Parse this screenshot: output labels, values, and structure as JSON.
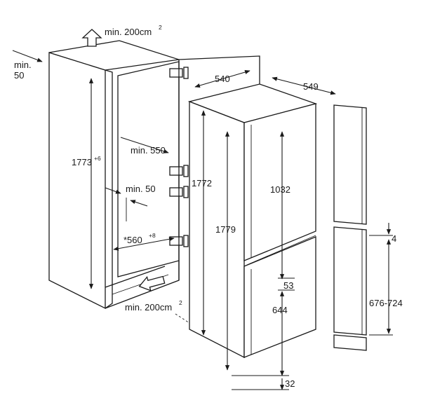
{
  "labels": {
    "vent_top": "min. 200cm",
    "vent_top_sup": "2",
    "vent_bottom": "min. 200cm",
    "vent_bottom_sup": "2",
    "gap_top_min": "min.",
    "gap_top_val": "50",
    "niche_height": "1773",
    "niche_height_sup": "+6",
    "niche_depth": "min. 550",
    "rear_gap": "min. 50",
    "niche_width": "*560",
    "niche_width_sup": "+8",
    "appliance_width": "540",
    "appliance_depth": "549",
    "appliance_height": "1772",
    "total_height": "1779",
    "upper_door": "1032",
    "door_gap": "53",
    "lower_door": "644",
    "bottom_gap": "32",
    "panel_gap": "4",
    "panel_range": "676-724"
  }
}
